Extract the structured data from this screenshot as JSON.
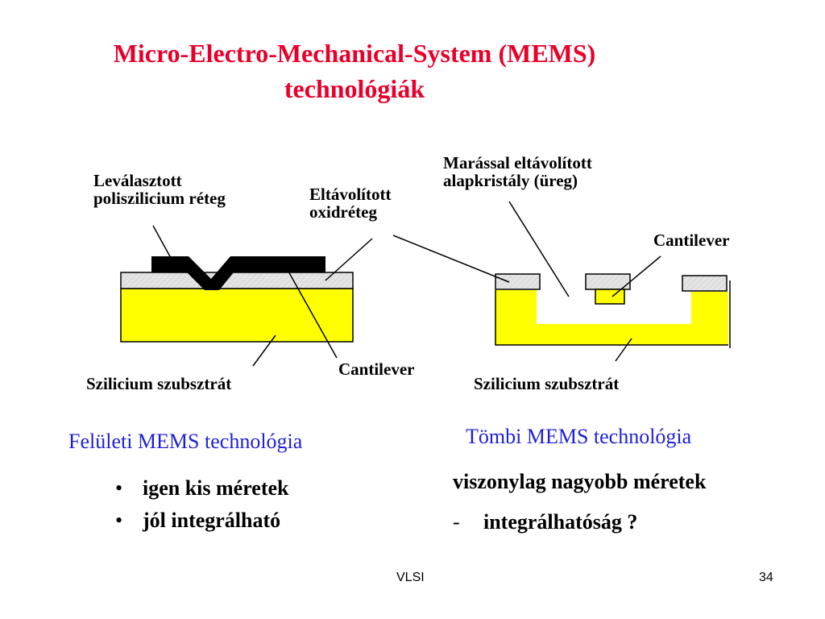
{
  "title": {
    "line1": "Micro-Electro-Mechanical-System (MEMS)",
    "line2": "technológiák"
  },
  "surface_diagram": {
    "label_deposited_layer": [
      "Leválasztott",
      "poliszilicium réteg"
    ],
    "label_removed_oxide": [
      "Eltávolított",
      "oxidréteg"
    ],
    "label_cantilever": "Cantilever",
    "label_substrate": "Szilicium szubsztrát"
  },
  "bulk_diagram": {
    "label_etched_cavity": [
      "Marással eltávolított",
      "alapkristály (üreg)"
    ],
    "label_cantilever": "Cantilever",
    "label_substrate": "Szilicium szubsztrát"
  },
  "left_section": {
    "heading": "Felületi MEMS technológia",
    "bullet_marker": "•",
    "bullets": [
      "igen kis méretek",
      "jól integrálható"
    ]
  },
  "right_section": {
    "heading": "Tömbi MEMS technológia",
    "line1": "viszonylag nagyobb méretek",
    "line2_marker": "-",
    "line2": "integrálhatóság ?"
  },
  "footer": {
    "center": "VLSI",
    "page_number": "34"
  },
  "colors": {
    "title": "#e8002a",
    "section_heading": "#1f1fd6",
    "silicon": "#ffff00",
    "oxide": "#e4e4e4",
    "polysilicon": "#000000"
  }
}
